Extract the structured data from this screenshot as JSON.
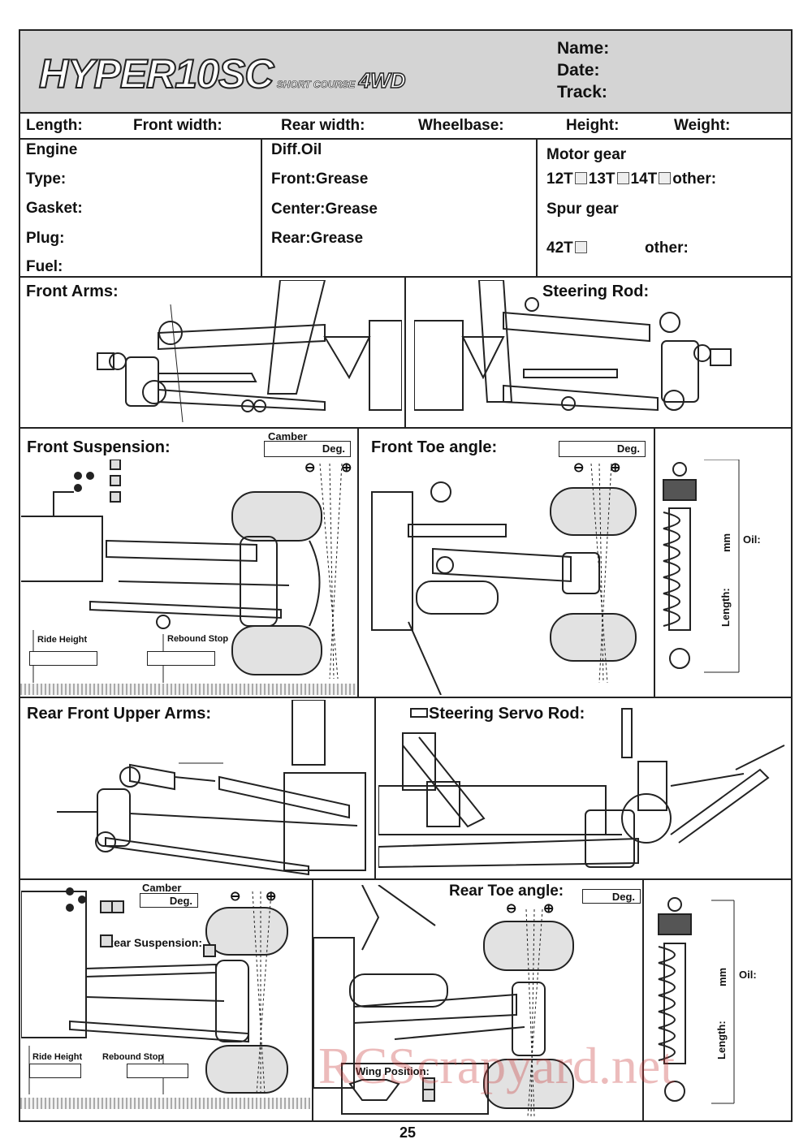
{
  "header": {
    "logo_main": "HYPER10SC",
    "logo_sub": "SHORT COURSE",
    "logo_drive": "4WD",
    "name_label": "Name:",
    "date_label": "Date:",
    "track_label": "Track:"
  },
  "dimensions": {
    "length": "Length:",
    "front_width": "Front width:",
    "rear_width": "Rear width:",
    "wheelbase": "Wheelbase:",
    "height": "Height:",
    "weight": "Weight:"
  },
  "engine": {
    "title": "Engine",
    "type": "Type:",
    "gasket": "Gasket:",
    "plug": "Plug:",
    "fuel": "Fuel:"
  },
  "diff": {
    "title": "Diff.Oil",
    "front": "Front:Grease",
    "center": "Center:Grease",
    "rear": "Rear:Grease"
  },
  "gears": {
    "motor_title": "Motor gear",
    "opt1": "12T",
    "opt2": "13T",
    "opt3": "14T",
    "other1": "other:",
    "spur_title": "Spur gear",
    "spur_opt": "42T",
    "other2": "other:"
  },
  "sections": {
    "front_arms": "Front  Arms:",
    "steering_rod": "Steering Rod:",
    "front_suspension": "Front Suspension:",
    "camber_front": "Camber",
    "deg": "Deg.",
    "front_toe": "Front Toe angle:",
    "ride_height": "Ride Height",
    "rebound_stop": "Rebound Stop",
    "shock_oil": "Oil:",
    "shock_mm": "mm",
    "shock_length": "Length:",
    "rear_front_upper": "Rear Front Upper Arms:",
    "steering_servo": "Steering Servo Rod:",
    "camber_rear": "Camber",
    "rear_suspension": "Rear Suspension:",
    "rear_toe": "Rear Toe angle:",
    "wing_position": "Wing Position:"
  },
  "page_number": "25",
  "watermark": "RCScrapyard.net"
}
